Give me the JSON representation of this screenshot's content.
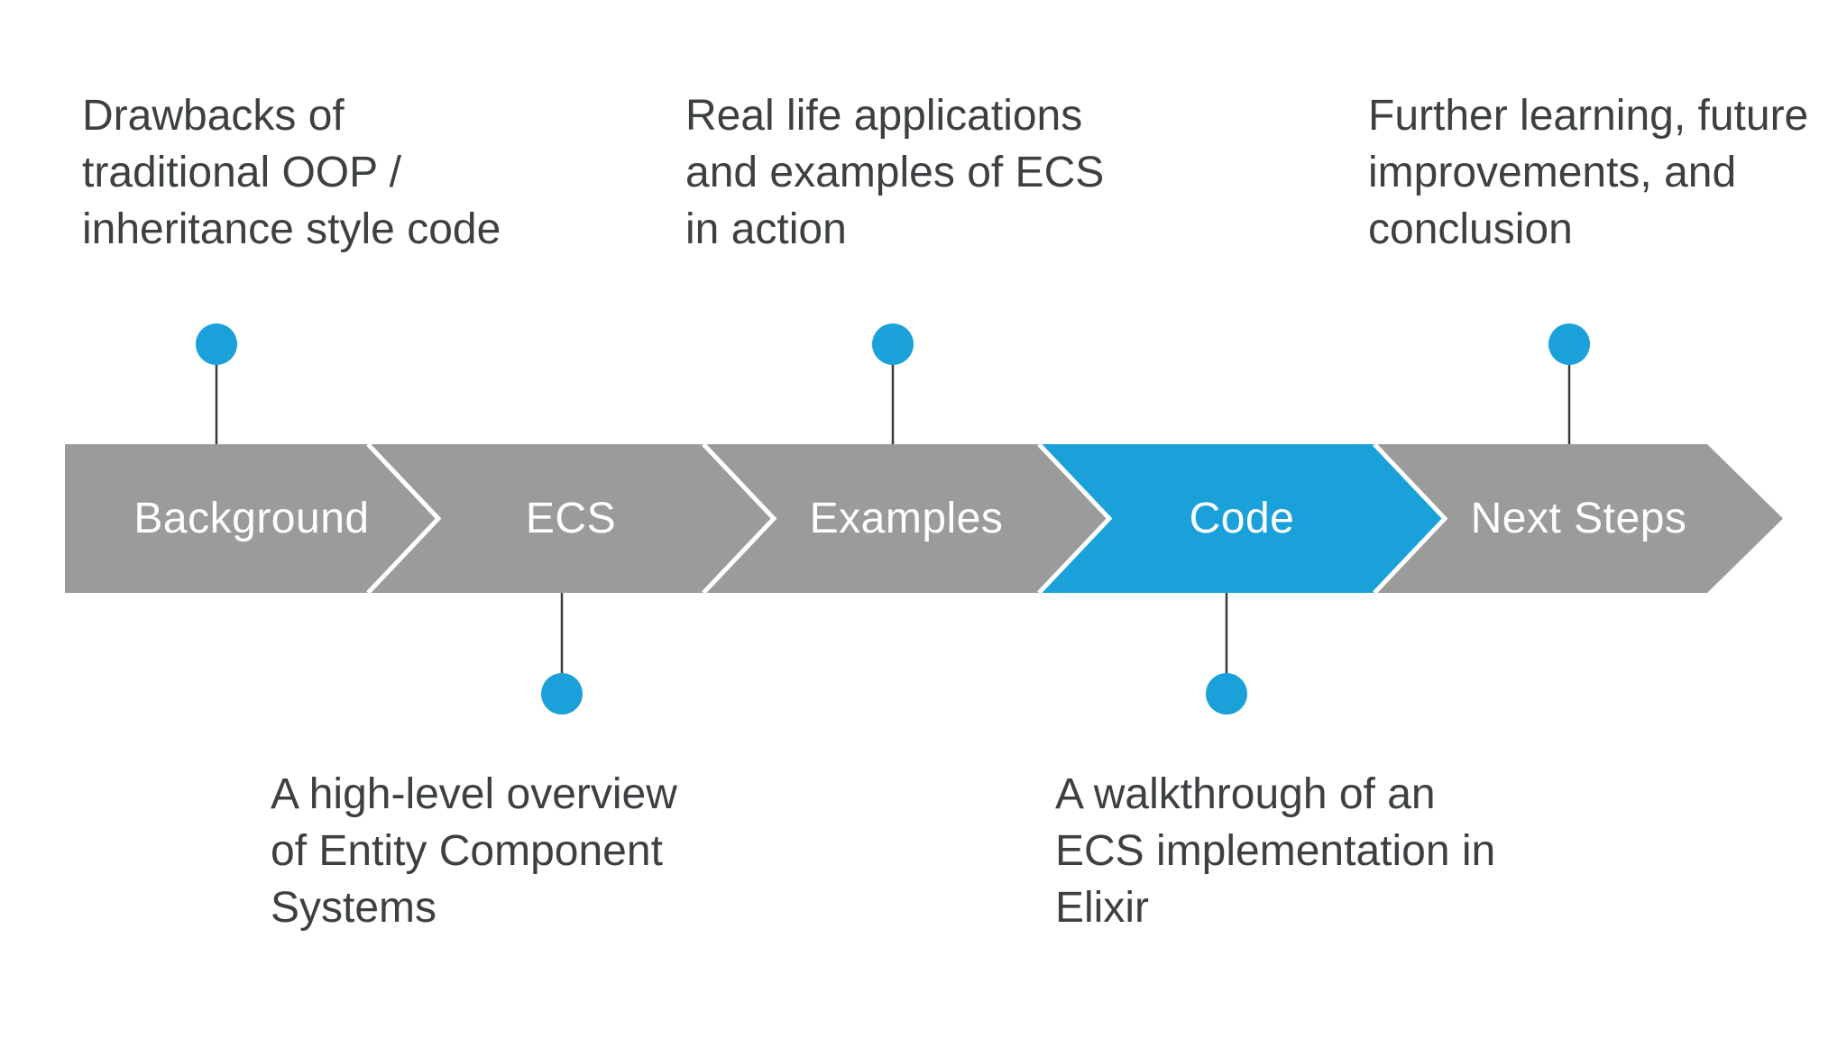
{
  "colors": {
    "background": "#FFFFFF",
    "segment_gray": "#9B9B9B",
    "accent_blue": "#1BA1DA",
    "separator_white": "#FFFFFF",
    "connector_line": "#3A3A3A",
    "annotation_text": "#3C4043",
    "segment_label_text": "#FFFFFF"
  },
  "timeline": {
    "type": "chevron-process-arrow",
    "segments": [
      {
        "label": "Background",
        "highlighted": false
      },
      {
        "label": "ECS",
        "highlighted": false
      },
      {
        "label": "Examples",
        "highlighted": false
      },
      {
        "label": "Code",
        "highlighted": true
      },
      {
        "label": "Next Steps",
        "highlighted": false
      }
    ]
  },
  "annotations": [
    {
      "anchor": "Background",
      "position": "above",
      "lines": [
        "Drawbacks of",
        "traditional OOP /",
        "inheritance style code"
      ]
    },
    {
      "anchor": "ECS",
      "position": "below",
      "lines": [
        "A high-level overview",
        "of Entity Component",
        "Systems"
      ]
    },
    {
      "anchor": "Examples",
      "position": "above",
      "lines": [
        "Real life applications",
        "and examples of ECS",
        "in action"
      ]
    },
    {
      "anchor": "Code",
      "position": "below",
      "lines": [
        "A walkthrough of an",
        "ECS implementation in",
        "Elixir"
      ]
    },
    {
      "anchor": "Next Steps",
      "position": "above",
      "lines": [
        "Further learning, future",
        "improvements, and",
        "conclusion"
      ]
    }
  ]
}
